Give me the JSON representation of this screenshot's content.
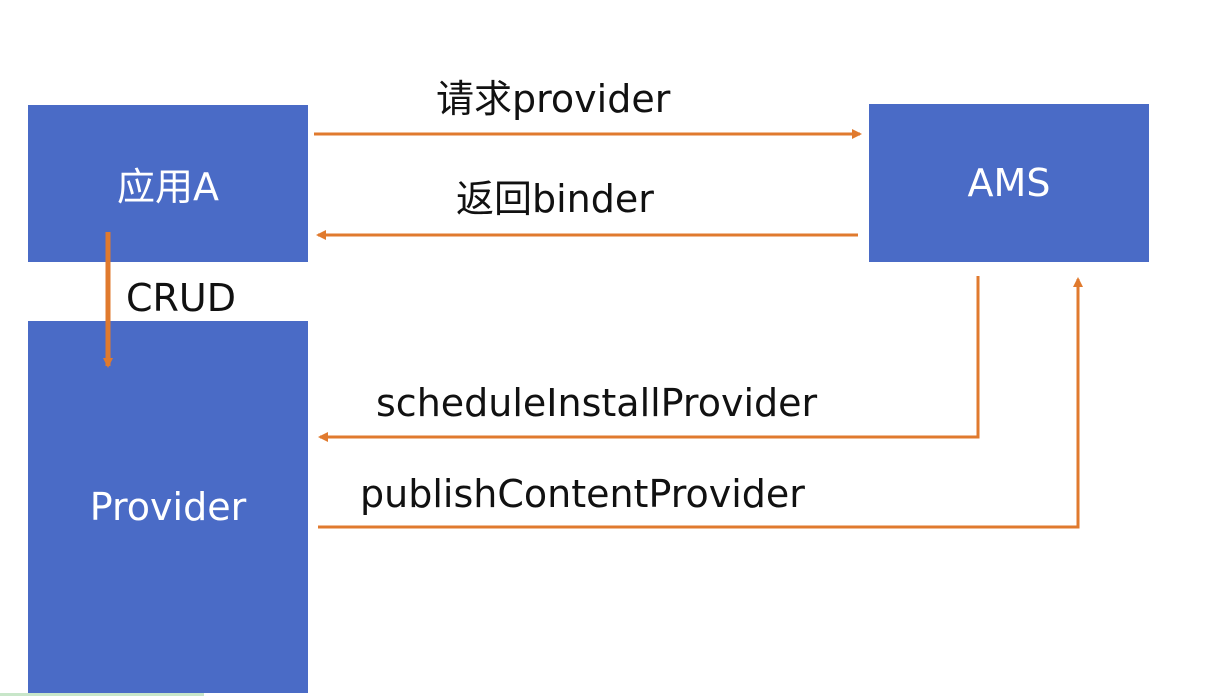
{
  "nodes": {
    "app_a": "应用A",
    "ams": "AMS",
    "provider": "Provider"
  },
  "edges": {
    "request_provider": "请求provider",
    "return_binder": "返回binder",
    "crud": "CRUD",
    "schedule_install_provider": "scheduleInstallProvider",
    "publish_content_provider": "publishContentProvider"
  },
  "colors": {
    "box": "#4a6bc6",
    "arrow": "#e07a2e"
  }
}
